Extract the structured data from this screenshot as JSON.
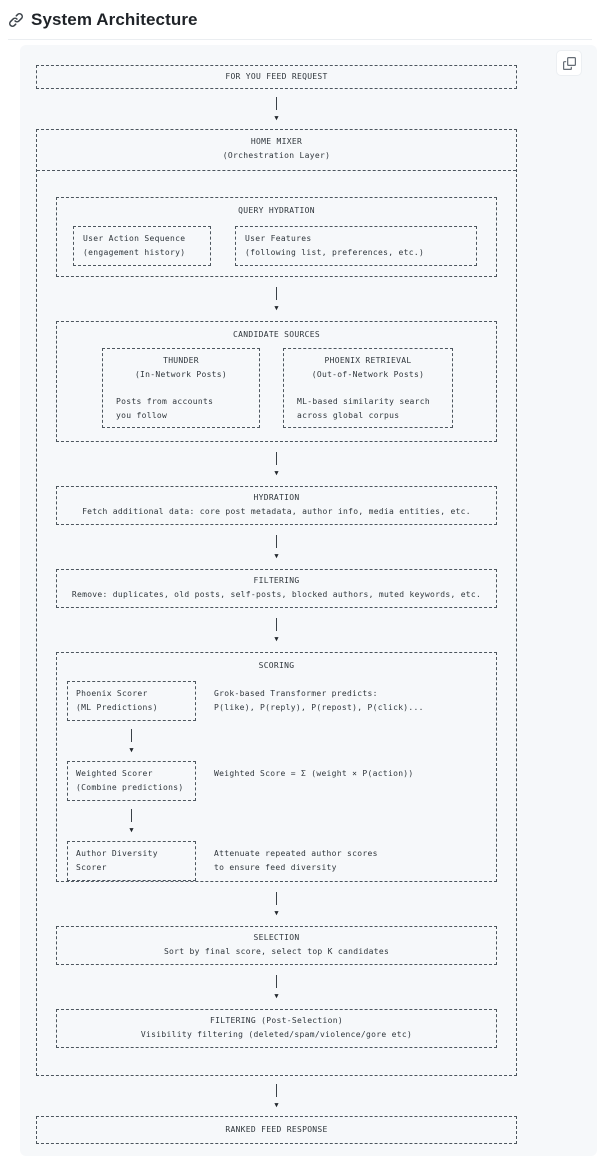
{
  "header": {
    "title": "System Architecture"
  },
  "colors": {
    "code_background": "#f6f8fa",
    "diagram_line": "#4d565e",
    "diagram_text": "#2f363c",
    "heading_text": "#1f2328",
    "icon_gray": "#656d76"
  },
  "icons": {
    "heading_anchor": "link-icon",
    "code_copy": "copy-icon",
    "flow_arrow": "arrow-down-icon",
    "arrow_glyph": "▼"
  },
  "diagram": {
    "request": {
      "label": "FOR YOU FEED REQUEST"
    },
    "home_mixer": {
      "title": "HOME MIXER",
      "subtitle": "(Orchestration Layer)"
    },
    "query_hydration": {
      "title": "QUERY HYDRATION",
      "boxes": [
        {
          "line1": "User Action Sequence",
          "line2": "(engagement history)"
        },
        {
          "line1": "User Features",
          "line2": "(following list, preferences, etc.)"
        }
      ]
    },
    "candidate_sources": {
      "title": "CANDIDATE SOURCES",
      "boxes": [
        {
          "title": "THUNDER",
          "subtitle": "(In-Network Posts)",
          "desc1": "Posts from accounts",
          "desc2": "you follow"
        },
        {
          "title": "PHOENIX RETRIEVAL",
          "subtitle": "(Out-of-Network Posts)",
          "desc1": "ML-based similarity search",
          "desc2": "across global corpus"
        }
      ]
    },
    "hydration": {
      "title": "HYDRATION",
      "desc": "Fetch additional data: core post metadata, author info, media entities, etc."
    },
    "filtering": {
      "title": "FILTERING",
      "desc": "Remove: duplicates, old posts, self-posts, blocked authors, muted keywords, etc."
    },
    "scoring": {
      "title": "SCORING",
      "steps": [
        {
          "box_line1": "Phoenix Scorer",
          "box_line2": "(ML Predictions)",
          "desc_line1": "Grok-based Transformer predicts:",
          "desc_line2": "P(like), P(reply), P(repost), P(click)..."
        },
        {
          "box_line1": "Weighted Scorer",
          "box_line2": "(Combine predictions)",
          "desc_line1": "Weighted Score = Σ (weight × P(action))",
          "desc_line2": ""
        },
        {
          "box_line1": "Author Diversity",
          "box_line2": "Scorer",
          "desc_line1": "Attenuate repeated author scores",
          "desc_line2": "to ensure feed diversity"
        }
      ]
    },
    "selection": {
      "title": "SELECTION",
      "desc": "Sort by final score, select top K candidates"
    },
    "post_filtering": {
      "title": "FILTERING (Post-Selection)",
      "desc": "Visibility filtering (deleted/spam/violence/gore etc)"
    },
    "response": {
      "label": "RANKED FEED RESPONSE"
    }
  }
}
